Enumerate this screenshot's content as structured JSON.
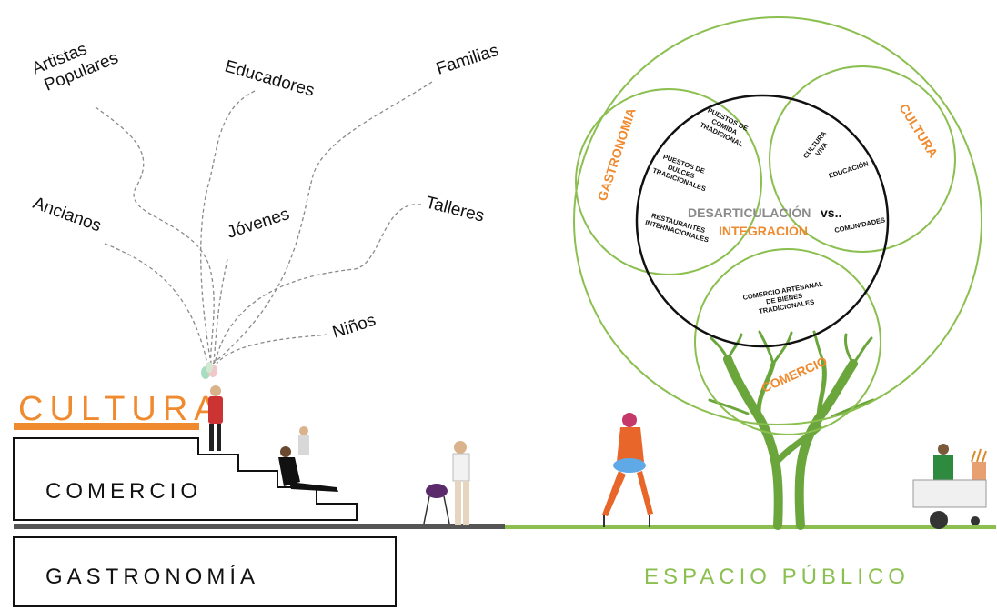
{
  "audience": {
    "artistas": [
      "Artistas",
      "Populares"
    ],
    "educadores": "Educadores",
    "familias": "Familias",
    "ancianos": "Ancianos",
    "jovenes": "Jóvenes",
    "talleres": "Talleres",
    "ninos": "Niños"
  },
  "levels": {
    "cultura": "CULTURA",
    "comercio": "COMERCIO",
    "gastronomia": "GASTRONOMÍA",
    "espacio_publico": "ESPACIO PÚBLICO"
  },
  "venn": {
    "gastronomia": "GASTRONOMIA",
    "cultura": "CULTURA",
    "comercio": "COMERCIO",
    "desarticulacion": "DESARTICULACIÓN",
    "vs": "vs..",
    "integracion": "INTEGRACIÓN",
    "puestos_comida": [
      "PUESTOS DE",
      "COMIDA",
      "TRADICIONAL"
    ],
    "puestos_dulces": [
      "PUESTOS DE",
      "DULCES",
      "TRADICIONALES"
    ],
    "restaurantes": [
      "RESTAURANTES",
      "INTERNACIONALES"
    ],
    "cultura_viva": [
      "CULTURA",
      "VIVA"
    ],
    "educacion": "EDUCACIÓN",
    "comunidades": "COMUNIDADES",
    "comercio_artesanal": [
      "COMERCIO ARTESANAL",
      "DE BIENES",
      "TRADICIONALES"
    ]
  },
  "colors": {
    "orange": "#f08a2e",
    "green": "#8bbf4f",
    "tree_green": "#6aa63c",
    "gray_ground": "#555555"
  }
}
